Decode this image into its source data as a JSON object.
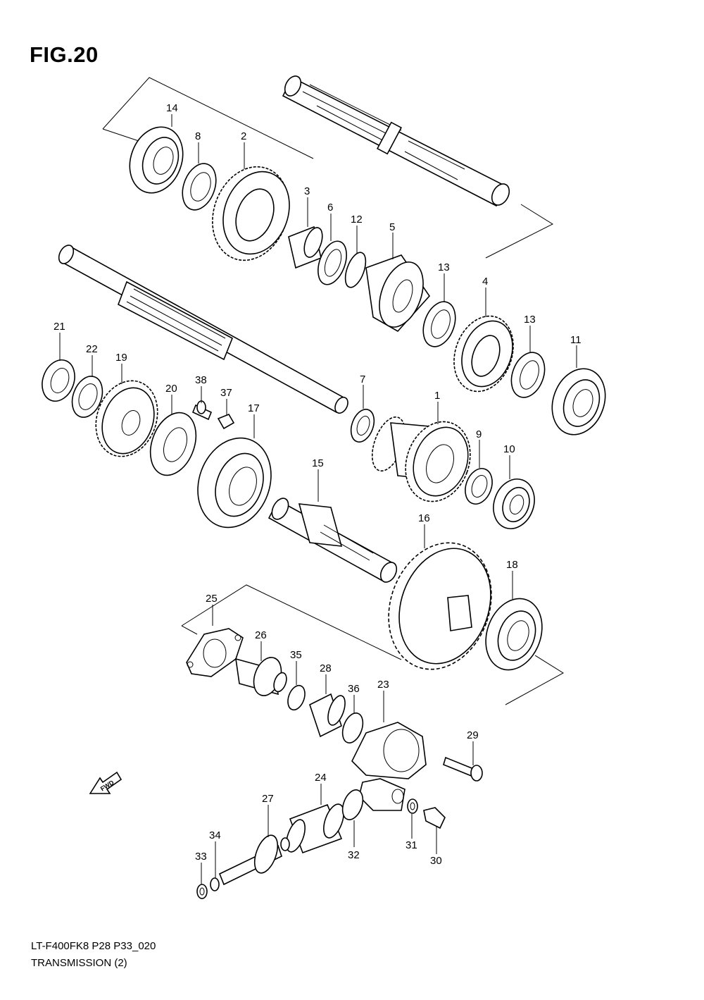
{
  "figure": {
    "title": "FIG.20",
    "model_code": "LT-F400FK8 P28 P33_020",
    "caption": "TRANSMISSION (2)"
  },
  "fwd_arrow": {
    "label": "FWD"
  },
  "callouts": [
    {
      "id": "14",
      "label": "14"
    },
    {
      "id": "8",
      "label": "8"
    },
    {
      "id": "2",
      "label": "2"
    },
    {
      "id": "3",
      "label": "3"
    },
    {
      "id": "6",
      "label": "6"
    },
    {
      "id": "12",
      "label": "12"
    },
    {
      "id": "5",
      "label": "5"
    },
    {
      "id": "13a",
      "label": "13"
    },
    {
      "id": "4",
      "label": "4"
    },
    {
      "id": "13b",
      "label": "13"
    },
    {
      "id": "11",
      "label": "11"
    },
    {
      "id": "21",
      "label": "21"
    },
    {
      "id": "22",
      "label": "22"
    },
    {
      "id": "19",
      "label": "19"
    },
    {
      "id": "20",
      "label": "20"
    },
    {
      "id": "38",
      "label": "38"
    },
    {
      "id": "37",
      "label": "37"
    },
    {
      "id": "17",
      "label": "17"
    },
    {
      "id": "7",
      "label": "7"
    },
    {
      "id": "1",
      "label": "1"
    },
    {
      "id": "9",
      "label": "9"
    },
    {
      "id": "10",
      "label": "10"
    },
    {
      "id": "15",
      "label": "15"
    },
    {
      "id": "16",
      "label": "16"
    },
    {
      "id": "18",
      "label": "18"
    },
    {
      "id": "25",
      "label": "25"
    },
    {
      "id": "26",
      "label": "26"
    },
    {
      "id": "35",
      "label": "35"
    },
    {
      "id": "28",
      "label": "28"
    },
    {
      "id": "36",
      "label": "36"
    },
    {
      "id": "23",
      "label": "23"
    },
    {
      "id": "29",
      "label": "29"
    },
    {
      "id": "24",
      "label": "24"
    },
    {
      "id": "27",
      "label": "27"
    },
    {
      "id": "34",
      "label": "34"
    },
    {
      "id": "33",
      "label": "33"
    },
    {
      "id": "32",
      "label": "32"
    },
    {
      "id": "31",
      "label": "31"
    },
    {
      "id": "30",
      "label": "30"
    }
  ]
}
